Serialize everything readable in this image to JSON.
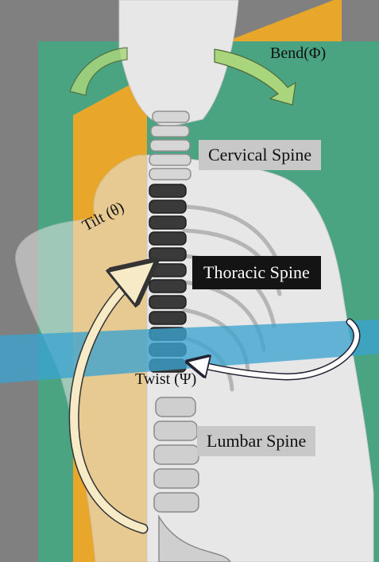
{
  "labels": {
    "bend": "Bend(Φ)",
    "cervical": "Cervical Spine",
    "thoracic": "Thoracic Spine",
    "tilt": "Tilt (θ)",
    "twist": "Twist (Ψ)",
    "lumbar": "Lumbar Spine"
  },
  "colors": {
    "background": "#808080",
    "sagittal_plane": "#e8a62a",
    "coronal_plane": "#4aa381",
    "transverse_plane": "#3ba3cf",
    "body": "#e7e7e7",
    "spine_dark": "#3a3a3a",
    "tilt_arrow": "#f6ebc6",
    "bend_arrow": "#a9d67c",
    "twist_arrow": "#ffffff"
  }
}
